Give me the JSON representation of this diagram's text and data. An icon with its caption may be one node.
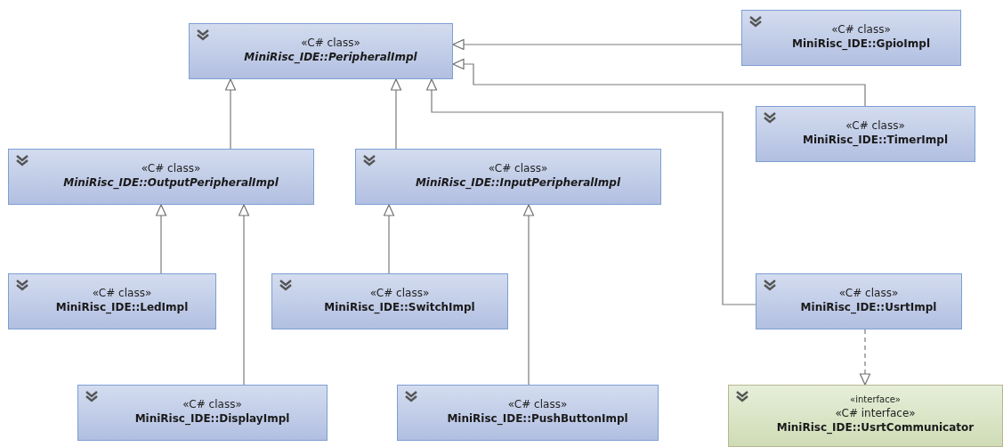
{
  "diagram": {
    "nodes": [
      {
        "text": [
          "«C# class»",
          "MiniRisc_IDE::PeripheralImpl"
        ]
      },
      {
        "text": [
          "«C# class»",
          "MiniRisc_IDE::GpioImpl"
        ]
      },
      {
        "text": [
          "«C# class»",
          "MiniRisc_IDE::TimerImpl"
        ]
      },
      {
        "text": [
          "«C# class»",
          "MiniRisc_IDE::OutputPeripheralImpl"
        ]
      },
      {
        "text": [
          "«C# class»",
          "MiniRisc_IDE::InputPeripheralImpl"
        ]
      },
      {
        "text": [
          "«C# class»",
          "MiniRisc_IDE::LedImpl"
        ]
      },
      {
        "text": [
          "«C# class»",
          "MiniRisc_IDE::SwitchImpl"
        ]
      },
      {
        "text": [
          "«C# class»",
          "MiniRisc_IDE::UsrtImpl"
        ]
      },
      {
        "text": [
          "«C# class»",
          "MiniRisc_IDE::DisplayImpl"
        ]
      },
      {
        "text": [
          "«C# class»",
          "MiniRisc_IDE::PushButtonImpl"
        ]
      },
      {
        "text": [
          "«interface»",
          "«C# interface»",
          "MiniRisc_IDE::UsrtCommunicator"
        ]
      }
    ],
    "edges": [
      {
        "from": 1,
        "to": 0,
        "arrow": "to"
      },
      {
        "from": 2,
        "to": 0,
        "arrow": "to"
      },
      {
        "from": 3,
        "to": 0,
        "arrow": "to"
      },
      {
        "from": 4,
        "to": 0,
        "arrow": "to"
      },
      {
        "from": 7,
        "to": 0,
        "arrow": "to"
      },
      {
        "from": 5,
        "to": 3,
        "arrow": "to"
      },
      {
        "from": 8,
        "to": 3,
        "arrow": "to"
      },
      {
        "from": 6,
        "to": 4,
        "arrow": "to"
      },
      {
        "from": 9,
        "to": 4,
        "arrow": "to"
      },
      {
        "from": 7,
        "to": 10,
        "arrow": "to",
        "style": "dashed"
      }
    ]
  }
}
